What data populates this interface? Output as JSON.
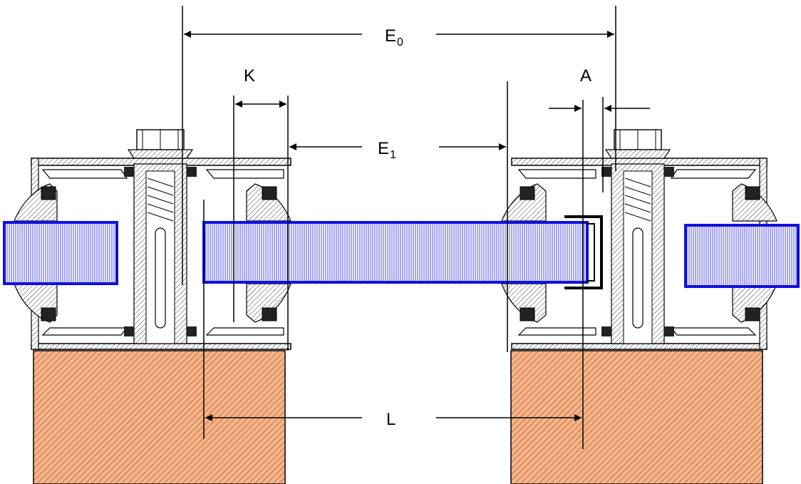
{
  "labels": {
    "e0": "E",
    "e0_sub": "0",
    "k": "K",
    "a": "A",
    "e1": "E",
    "e1_sub": "1",
    "l": "L"
  },
  "colors": {
    "glass": "#1010e0",
    "glass_hatch": "#9b9bf2",
    "wood": "#f2a478",
    "wood_hatch": "#b5551e",
    "metal": "#ffffff",
    "metal_hatch": "#555555",
    "line": "#000000"
  }
}
